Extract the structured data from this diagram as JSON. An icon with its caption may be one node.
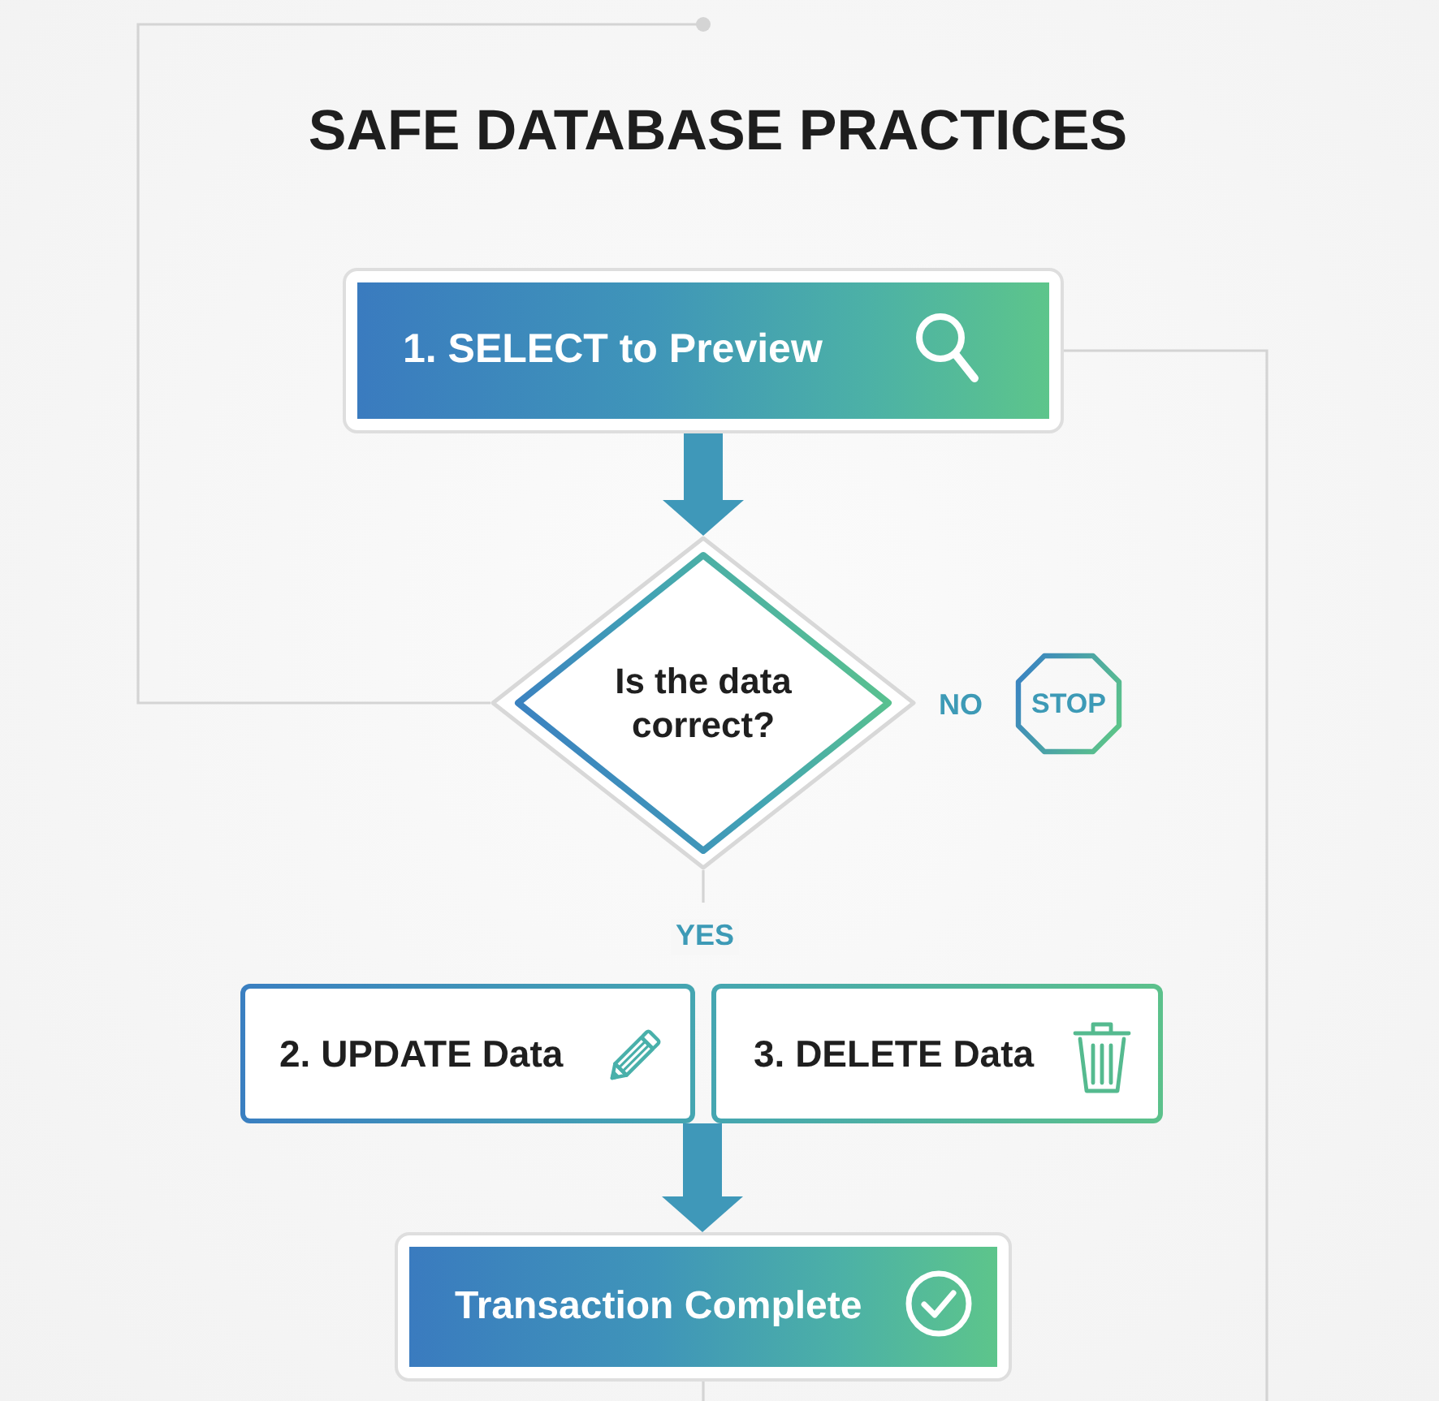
{
  "diagram": {
    "title": "SAFE DATABASE PRACTICES",
    "nodes": [
      {
        "text": [
          "1. SELECT to Preview"
        ]
      },
      {
        "text": [
          "Is the data correct?"
        ]
      },
      {
        "text": [
          "STOP"
        ]
      },
      {
        "text": [
          "2. UPDATE Data"
        ]
      },
      {
        "text": [
          "3. DELETE Data"
        ]
      },
      {
        "text": [
          "Transaction Complete"
        ]
      }
    ],
    "edges": [
      {
        "from": 0,
        "to": 1,
        "arrow": "to",
        "style": "thick",
        "color": "#3f98b9"
      },
      {
        "from": 1,
        "to": null,
        "arrow": "other"
      },
      {
        "from": 0,
        "to": null,
        "arrow": "none"
      },
      {
        "from": 1,
        "to": null,
        "arrow": "none",
        "label": "YES"
      },
      {
        "from": 3,
        "to": 5,
        "arrow": "to",
        "style": "thick",
        "color": "#3f98b9"
      },
      {
        "from": 4,
        "to": 5,
        "arrow": "to",
        "style": "thick",
        "color": "#3f98b9"
      },
      {
        "from": 5,
        "to": null,
        "arrow": "none"
      }
    ],
    "labels": [
      "NO"
    ]
  }
}
